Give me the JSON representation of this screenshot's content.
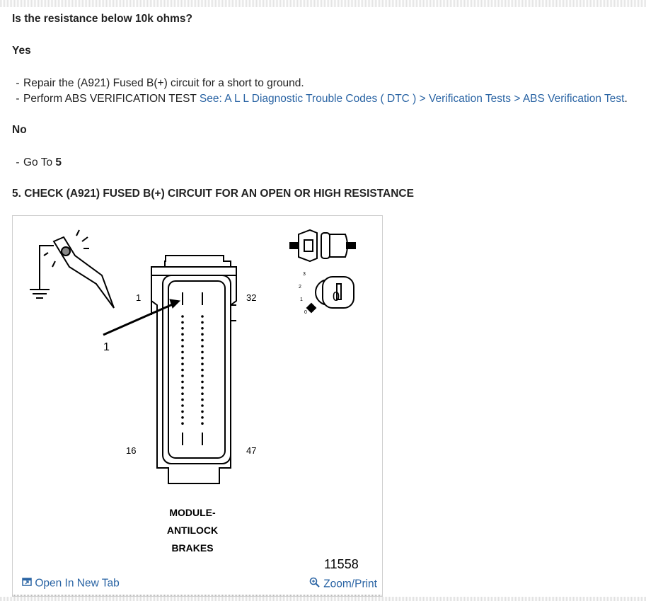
{
  "question": "Is the resistance below 10k ohms?",
  "yes": {
    "heading": "Yes",
    "items": [
      {
        "text": "Repair the (A921) Fused B(+) circuit for a short to ground."
      },
      {
        "text": "Perform ABS VERIFICATION TEST ",
        "link": "See: A L L Diagnostic Trouble Codes ( DTC ) > Verification Tests > ABS Verification Test",
        "suffix": "."
      }
    ]
  },
  "no": {
    "heading": "No",
    "go_to_prefix": "Go To ",
    "go_to_step": "5"
  },
  "step5": {
    "title": "5. CHECK (A921) FUSED B(+) CIRCUIT FOR AN OPEN OR HIGH RESISTANCE"
  },
  "figure": {
    "pin_labels": {
      "top_left": "1",
      "top_right": "32",
      "bottom_left": "16",
      "bottom_right": "47"
    },
    "callout_number": "1",
    "module_label_line1": "MODULE-",
    "module_label_line2": "ANTILOCK",
    "module_label_line3": "BRAKES",
    "figure_id": "11558",
    "ignition_positions": [
      "3",
      "2",
      "1",
      "0"
    ],
    "ignition_key_label": "0",
    "open_tab_label": "Open In New Tab",
    "zoom_label": "Zoom/Print",
    "link_color": "#2a64a4"
  }
}
